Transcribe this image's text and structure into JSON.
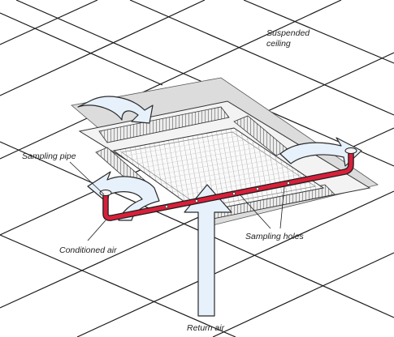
{
  "labels": {
    "suspended_ceiling_line1": "Suspended",
    "suspended_ceiling_line2": "ceiling",
    "sampling_pipe": "Sampling pipe",
    "conditioned_air": "Conditioned air",
    "sampling_holes": "Sampling holes",
    "return_air": "Return air"
  },
  "colors": {
    "pipe": "#d8203a",
    "airflow": "#e6f1fb",
    "airflow_stroke": "#2a2a2a",
    "grid_line": "#1a1a1a"
  }
}
